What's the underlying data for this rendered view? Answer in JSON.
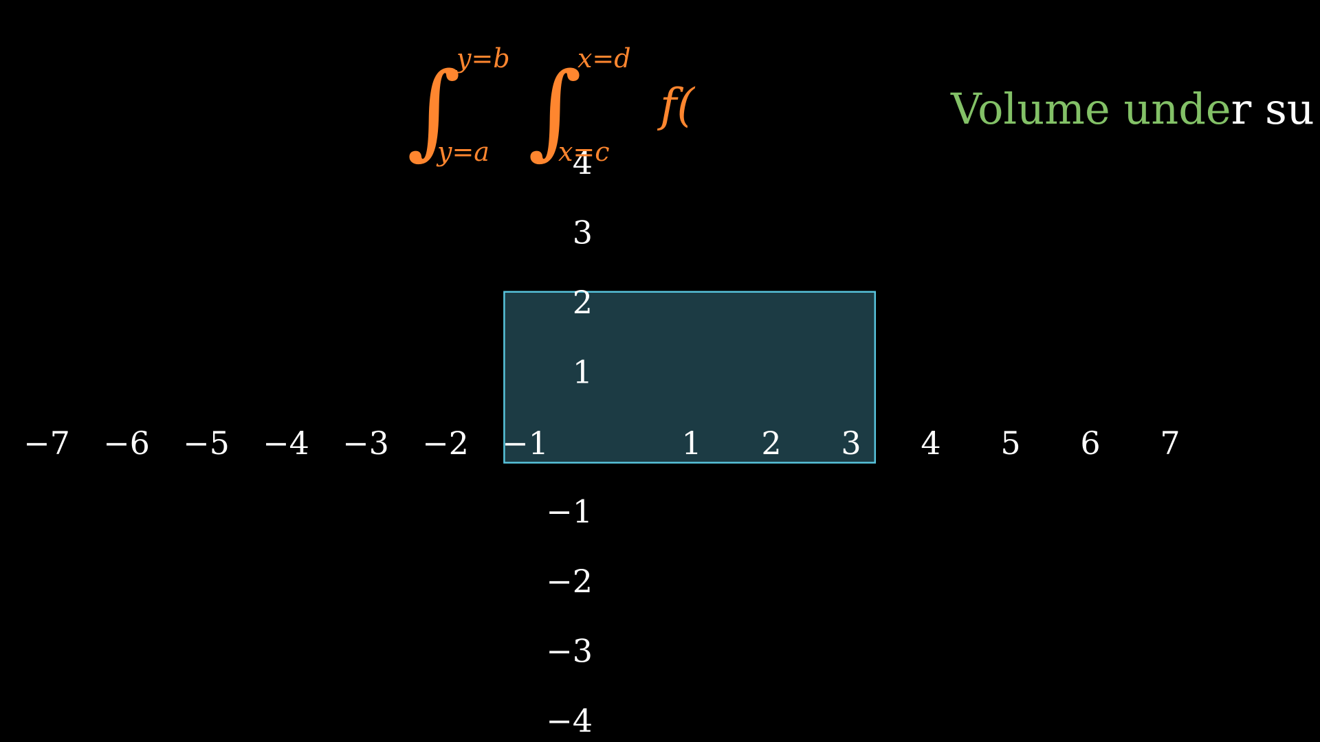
{
  "x_axis": {
    "tick_labels": [
      "−7",
      "−6",
      "−5",
      "−4",
      "−3",
      "−2",
      "−1",
      "1",
      "2",
      "3",
      "4",
      "5",
      "6",
      "7"
    ],
    "tick_values": [
      -7,
      -6,
      -5,
      -4,
      -3,
      -2,
      -1,
      1,
      2,
      3,
      4,
      5,
      6,
      7
    ]
  },
  "y_axis": {
    "tick_labels": [
      "4",
      "3",
      "2",
      "1",
      "−1",
      "−2",
      "−3",
      "−4"
    ],
    "tick_values": [
      4,
      3,
      2,
      1,
      -1,
      -2,
      -3,
      -4
    ]
  },
  "region": {
    "x_range": [
      -1.35,
      3.3
    ],
    "y_range": [
      -0.3,
      2.15
    ],
    "fill_color": "#1c3b44",
    "stroke_color": "#58c4dd"
  },
  "formula": {
    "color": "#ff862f",
    "outer_upper": "y=b",
    "outer_lower": "y=a",
    "inner_upper": "x=d",
    "inner_lower": "x=c",
    "integrand": "f(",
    "integral_sign": "∫"
  },
  "caption": {
    "text_green": "Volume unde",
    "text_white": "r su",
    "color_green": "#83c167",
    "color_white": "#ffffff"
  }
}
